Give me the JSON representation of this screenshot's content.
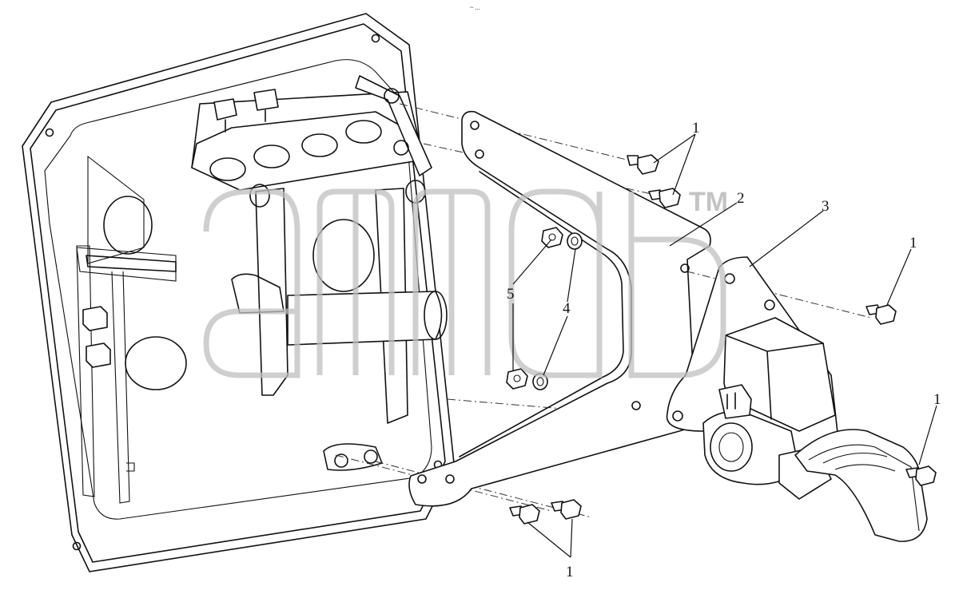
{
  "diagram": {
    "header_mark": "~ ...",
    "watermark": {
      "trademark": "TM"
    },
    "callouts": [
      {
        "id": "c1a",
        "text": "1"
      },
      {
        "id": "c2",
        "text": "2"
      },
      {
        "id": "c3",
        "text": "3"
      },
      {
        "id": "c1b",
        "text": "1"
      },
      {
        "id": "c5",
        "text": "5"
      },
      {
        "id": "c4",
        "text": "4"
      },
      {
        "id": "c1c",
        "text": "1"
      },
      {
        "id": "c1d",
        "text": "1"
      }
    ]
  }
}
